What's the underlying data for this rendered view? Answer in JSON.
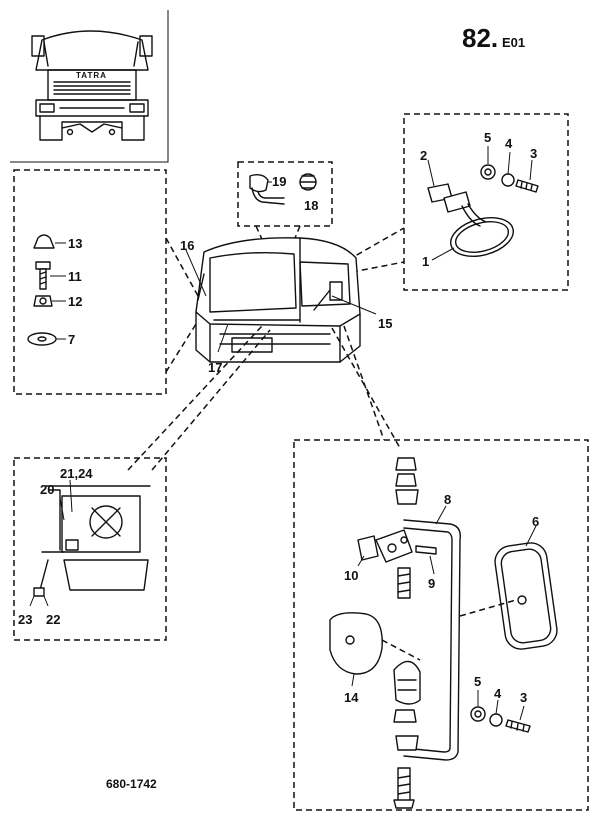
{
  "page": {
    "number": "82.",
    "suffix": "E01",
    "drawing_code": "680-1742"
  },
  "inset": {
    "logo": "TATRA"
  },
  "callouts": {
    "c1": "1",
    "c2": "2",
    "c3a": "3",
    "c4a": "4",
    "c5a": "5",
    "c6": "6",
    "c7": "7",
    "c8": "8",
    "c9": "9",
    "c10": "10",
    "c11": "11",
    "c12": "12",
    "c13": "13",
    "c14": "14",
    "c15": "15",
    "c16": "16",
    "c17": "17",
    "c18": "18",
    "c19": "19",
    "c20": "20",
    "c2124": "21,24",
    "c22": "22",
    "c23": "23",
    "c3b": "3",
    "c4b": "4",
    "c5b": "5"
  }
}
